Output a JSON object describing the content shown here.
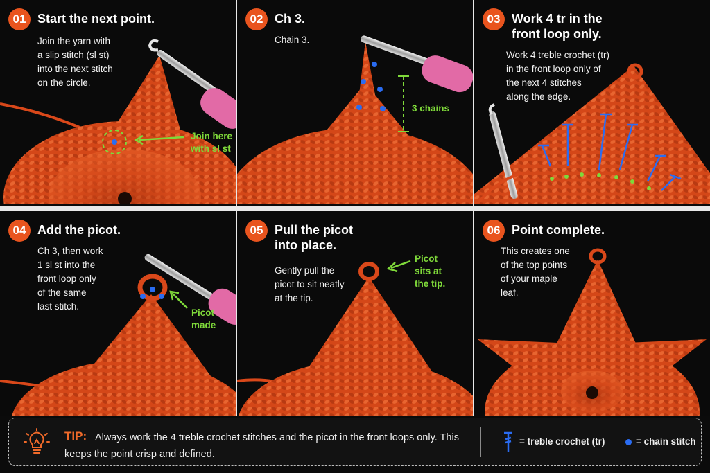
{
  "steps": [
    {
      "number": "01",
      "title": "Start the next point.",
      "description": "Join the yarn with\na slip stitch (sl st)\ninto the next stitch\non the circle.",
      "callout": "Join here\nwith sl st"
    },
    {
      "number": "02",
      "title": "Ch 3.",
      "description": "Chain 3.",
      "callout": "3 chains"
    },
    {
      "number": "03",
      "title": "Work 4 tr in the\nfront loop only.",
      "description": "Work 4 treble crochet (tr)\nin the front loop only of\nthe next 4 stitches\nalong the edge.",
      "callout": ""
    },
    {
      "number": "04",
      "title": "Add the picot.",
      "description": "Ch 3, then work\n1 sl st into the\nfront loop only\nof the same\nlast stitch.",
      "callout": "Picot\nmade"
    },
    {
      "number": "05",
      "title": "Pull the picot\ninto place.",
      "description": "Gently pull the\npicot to sit neatly\nat the tip.",
      "callout": "Picot\nsits at\nthe tip."
    },
    {
      "number": "06",
      "title": "Point complete.",
      "description": "This creates one\nof the top points\nof your maple\nleaf.",
      "callout": ""
    }
  ],
  "tip": {
    "label": "TIP:",
    "text": "Always work the 4 treble crochet stitches and the picot in the front loops only. This keeps the point crisp and defined."
  },
  "legend": {
    "treble": "= treble crochet (tr)",
    "chain": "= chain stitch"
  },
  "icons": {
    "tip": "lightbulb-icon",
    "treble": "treble-crochet-symbol-icon",
    "chain": "chain-stitch-dot-icon"
  },
  "colors": {
    "badge": "#e9541e",
    "yarn": "#d9481a",
    "callout": "#7fd93a",
    "symbol": "#2a6cf2",
    "hook_handle": "#e26aa6"
  }
}
